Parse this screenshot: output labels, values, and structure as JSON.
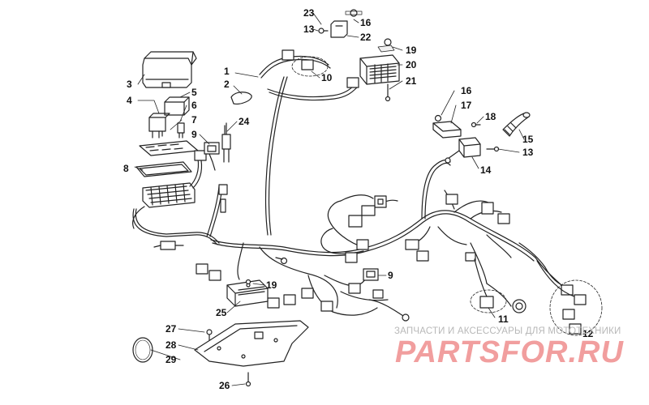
{
  "diagram": {
    "part_labels": {
      "p1": "1",
      "p2": "2",
      "p3": "3",
      "p4": "4",
      "p5": "5",
      "p6": "6",
      "p7": "7",
      "p8": "8",
      "p9a": "9",
      "p9b": "9",
      "p10": "10",
      "p11": "11",
      "p12": "12",
      "p13a": "13",
      "p13b": "13",
      "p14": "14",
      "p15": "15",
      "p16a": "16",
      "p16b": "16",
      "p17": "17",
      "p18": "18",
      "p19a": "19",
      "p19b": "19",
      "p20": "20",
      "p21": "21",
      "p22": "22",
      "p23": "23",
      "p24": "24",
      "p25": "25",
      "p26": "26",
      "p27": "27",
      "p28": "28",
      "p29": "29"
    }
  },
  "watermark": {
    "tagline": "ЗАПЧАСТИ И АКСЕССУАРЫ ДЛЯ МОТОТЕХНИКИ",
    "brand": "PARTSFOR.RU"
  }
}
